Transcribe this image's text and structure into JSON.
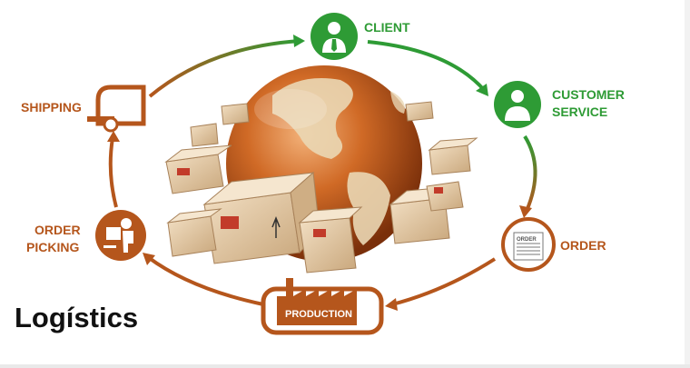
{
  "title": "Logístics",
  "nodes": {
    "client": "CLIENT",
    "customer_service_line1": "CUSTOMER",
    "customer_service_line2": "SERVICE",
    "order": "ORDER",
    "order_icon_text": "ORDER",
    "production": "PRODUCTION",
    "order_picking_line1": "ORDER",
    "order_picking_line2": "PICKING",
    "shipping": "SHIPPING"
  },
  "colors": {
    "green": "#2e9b35",
    "brown": "#b5561c",
    "globe": "#c8621f"
  },
  "icons": [
    "person-icon",
    "person-icon",
    "order-document-icon",
    "factory-icon",
    "worker-icon",
    "truck-icon",
    "globe-icon",
    "boxes-icon"
  ]
}
